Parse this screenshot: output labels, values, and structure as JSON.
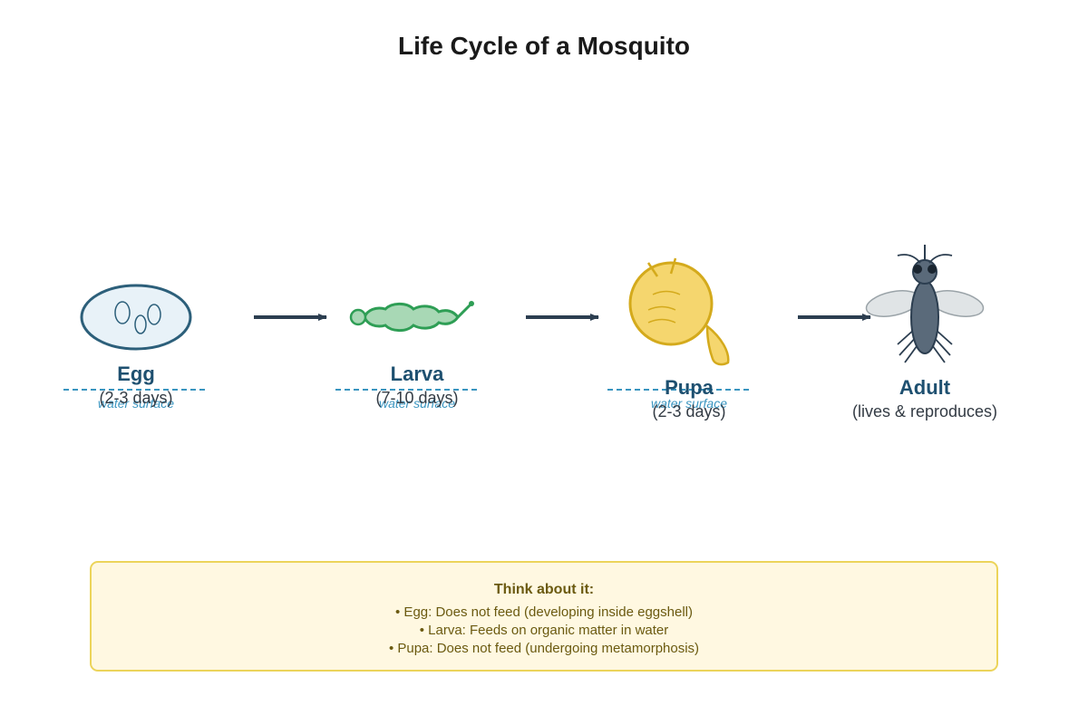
{
  "title": "Life Cycle of a Mosquito",
  "stages": [
    {
      "name": "Egg",
      "duration": "(2-3 days)",
      "water_label": "water surface"
    },
    {
      "name": "Larva",
      "duration": "(7-10 days)",
      "water_label": "water surface"
    },
    {
      "name": "Pupa",
      "duration": "(2-3 days)",
      "water_label": "water surface"
    },
    {
      "name": "Adult",
      "duration": "(lives & reproduces)"
    }
  ],
  "note": {
    "title": "Think about it:",
    "lines": [
      "• Egg: Does not feed (developing inside eggshell)",
      "• Larva: Feeds on organic matter in water",
      "• Pupa: Does not feed (undergoing metamorphosis)"
    ]
  },
  "colors": {
    "egg": "#e8f2f8",
    "egg_stroke": "#2c5f7a",
    "larva": "#a8d8b5",
    "larva_stroke": "#2e9e55",
    "pupa": "#f5d66e",
    "pupa_stroke": "#d4aa1c",
    "adult_body": "#5a6a7a",
    "arrow": "#2c3e50",
    "water": "#3a95c0",
    "note_bg": "#fff8e1",
    "note_border": "#ecd45a"
  }
}
